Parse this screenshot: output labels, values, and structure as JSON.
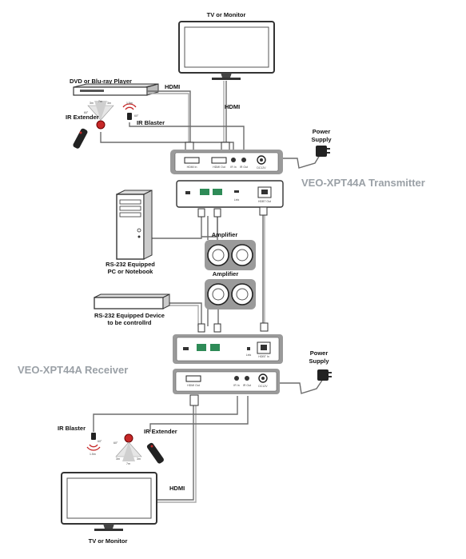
{
  "labels": {
    "tv_top": "TV or Monitor",
    "dvd": "DVD or Blu-ray Player",
    "hdmi_1": "HDMI",
    "hdmi_2": "HDMI",
    "ir_blaster_top": "IR Blaster",
    "ir_extender_top": "IR Extender",
    "power_supply_top_1": "Power",
    "power_supply_top_2": "Supply",
    "transmitter": "VEO-XPT44A Transmitter",
    "pc_1": "RS-232 Equipped",
    "pc_2": "PC or Notebook",
    "amplifier_1": "Amplifier",
    "amplifier_2": "Amplifier",
    "rs232_device_1": "RS-232 Equipped Device",
    "rs232_device_2": "to be controllrd",
    "receiver": "VEO-XPT44A Receiver",
    "power_supply_bottom_1": "Power",
    "power_supply_bottom_2": "Supply",
    "ir_blaster_bottom": "IR Blaster",
    "ir_extender_bottom": "IR Extender",
    "hdmi_3": "HDMI",
    "tv_bottom": "TV or Monitor"
  },
  "ir_ranges": {
    "top_extender": [
      "3m",
      "7m",
      "3m"
    ],
    "top_extender_angle": "60°",
    "top_blaster_range": "1.5m",
    "top_blaster_angle": "60°",
    "bottom_blaster_angle": "60°",
    "bottom_blaster_range": "1.5m",
    "bottom_extender_angle": "60°",
    "bottom_extender": [
      "3m",
      "7m",
      "3m"
    ]
  },
  "ports": {
    "tx_front": [
      "HDMI In",
      "HDMI Out",
      "IR In",
      "IR Out",
      "DC12V"
    ],
    "tx_rear": [
      "Link",
      "HDBT Out"
    ],
    "rx_front": [
      "HDMI Out",
      "IR In",
      "IR Out",
      "DC12V"
    ],
    "rx_rear": [
      "Link",
      "HDBT In"
    ]
  },
  "colors": {
    "device_frame": "#9a9a9a",
    "cable": "#6d6d6d",
    "brand_label": "#9aa0a6",
    "ir_red": "#c62828"
  }
}
